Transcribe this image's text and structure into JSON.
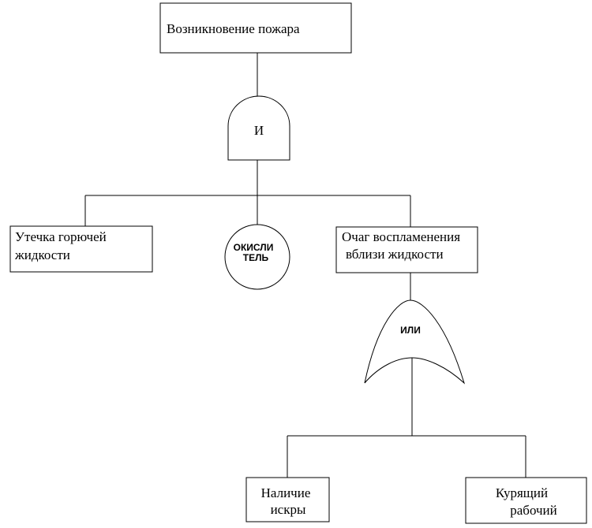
{
  "top_event": {
    "label": "Возникновение пожара"
  },
  "and_gate": {
    "label": "И"
  },
  "events": {
    "leak": {
      "line1": "Утечка горючей",
      "line2": "жидкости"
    },
    "oxidizer": {
      "line1": "ОКИСЛИ",
      "line2": "ТЕЛЬ"
    },
    "ignition_source": {
      "line1": "Очаг воспламенения",
      "line2": "вблизи жидкости"
    }
  },
  "or_gate": {
    "label": "ИЛИ"
  },
  "basic_events": {
    "spark": {
      "line1": "Наличие",
      "line2": "искры"
    },
    "smoker": {
      "line1": "Курящий",
      "line2": "рабочий"
    }
  }
}
